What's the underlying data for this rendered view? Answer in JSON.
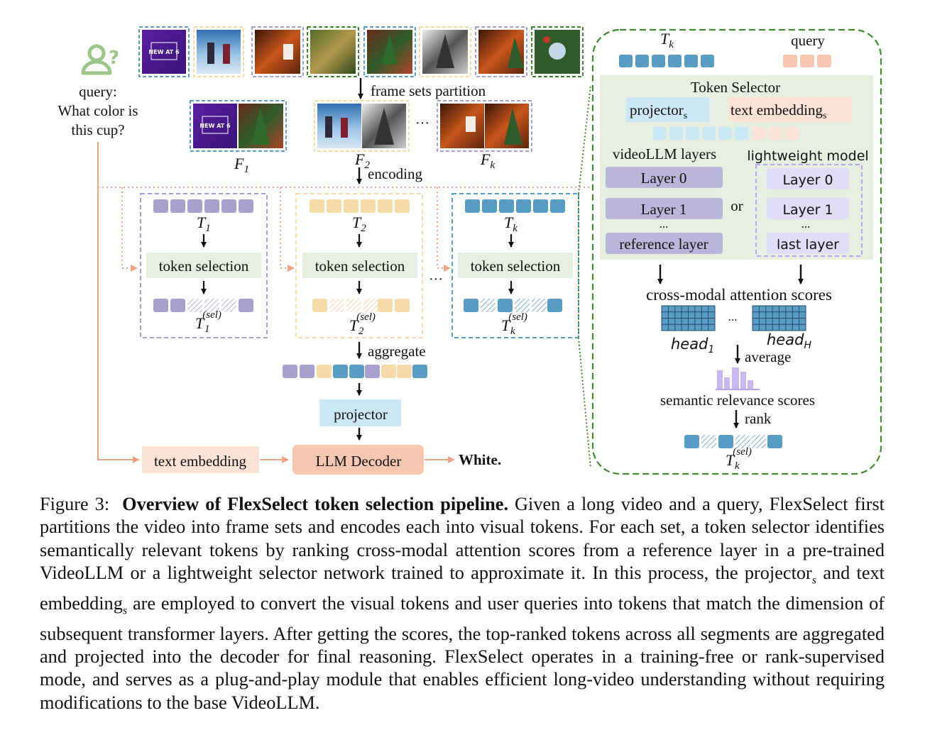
{
  "figure": {
    "query": {
      "label": "query:",
      "line1": "What color is",
      "line2": "this cup?"
    },
    "thumbnail_text": "NEW AT 6",
    "frame_sets_partition": "frame sets partition",
    "frame_set_labels": [
      {
        "base": "F",
        "sub": "1"
      },
      {
        "base": "F",
        "sub": "2"
      },
      {
        "base": "F",
        "sub": "k"
      }
    ],
    "ellipsis": "···",
    "encoding": "encoding",
    "token_labels": [
      {
        "base": "T",
        "sub": "1"
      },
      {
        "base": "T",
        "sub": "2"
      },
      {
        "base": "T",
        "sub": "k"
      }
    ],
    "token_selection": "token selection",
    "sel_superscript": "(sel)",
    "aggregate": "aggregate",
    "projector": "projector",
    "text_embedding": "text embedding",
    "llm_decoder": "LLM Decoder",
    "answer": "White.",
    "detail": {
      "tk_label": {
        "base": "T",
        "sub": "k"
      },
      "query_label": "query",
      "token_selector": "Token Selector",
      "projector_s": {
        "base": "projector",
        "sub": "s"
      },
      "text_embedding_s": {
        "base": "text embedding",
        "sub": "s"
      },
      "videollm_layers": "videoLLM layers",
      "lightweight_model": "lightweight model",
      "or": "or",
      "layers_left": [
        "Layer 0",
        "Layer 1",
        "reference layer"
      ],
      "layers_right": [
        "Layer 0",
        "Layer 1",
        "last layer"
      ],
      "dots": "...",
      "cross_modal": "cross-modal attention scores",
      "head1": {
        "base": "head",
        "sub": "1"
      },
      "headH": {
        "base": "head",
        "sub": "H"
      },
      "average": "average",
      "semantic_relevance": "semantic relevance scores",
      "rank": "rank"
    },
    "colors": {
      "purple": "#a9a0cf",
      "yellow": "#f6dba8",
      "blue": "#5a9dc4",
      "green_bg": "#e6efe0",
      "salmon": "#f6c6b0",
      "light_blue": "#cce8f4",
      "peach": "#fde3d6",
      "lavender": "#e3dcf6",
      "layer_purple": "#bcb4da",
      "green_border": "#3f8a2f",
      "orange_line": "#eda484"
    }
  },
  "caption": {
    "label": "Figure 3:",
    "title": "Overview of FlexSelect token selection pipeline.",
    "body_part1": "Given a long video and a query, FlexSelect first partitions the video into frame sets and encodes each into visual tokens. For each set, a token selector identifies semantically relevant tokens by ranking cross-modal attention scores from a reference layer in a pre-trained VideoLLM or a lightweight selector network trained to approximate it. In this process, the projector",
    "sub1": "s",
    "body_part2": "and text embedding",
    "sub2": "s",
    "body_part3": "are employed to convert the visual tokens and user queries into tokens that match the dimension of subsequent transformer layers. After getting the scores, the top-ranked tokens across all segments are aggregated and projected into the decoder for final reasoning. FlexSelect operates in a training-free or rank-supervised mode, and serves as a plug-and-play module that enables efficient long-video understanding without requiring modifications to the base VideoLLM."
  }
}
